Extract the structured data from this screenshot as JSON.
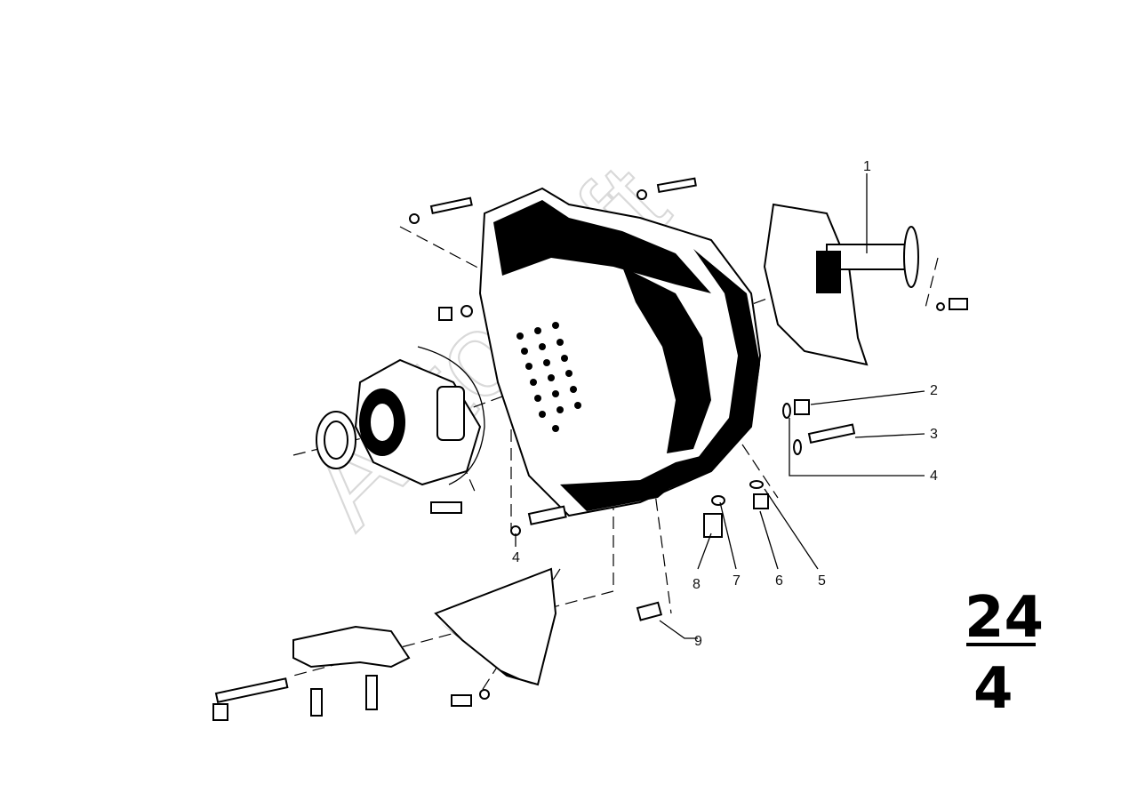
{
  "callouts": [
    {
      "id": "1",
      "label": "1"
    },
    {
      "id": "2",
      "label": "2"
    },
    {
      "id": "3",
      "label": "3"
    },
    {
      "id": "4a",
      "label": "4"
    },
    {
      "id": "4b",
      "label": "4"
    },
    {
      "id": "5",
      "label": "5"
    },
    {
      "id": "6",
      "label": "6"
    },
    {
      "id": "7",
      "label": "7"
    },
    {
      "id": "8",
      "label": "8"
    },
    {
      "id": "9",
      "label": "9"
    }
  ],
  "group_number": {
    "top": "24",
    "bottom": "4"
  },
  "watermark": "AutoSoft",
  "icons": {
    "housing": "bell-housing-icon",
    "bearing": "bearing-carrier-icon",
    "shaft": "input-shaft-icon",
    "cover": "dust-cover-icon",
    "bracket": "mount-bracket-icon"
  }
}
